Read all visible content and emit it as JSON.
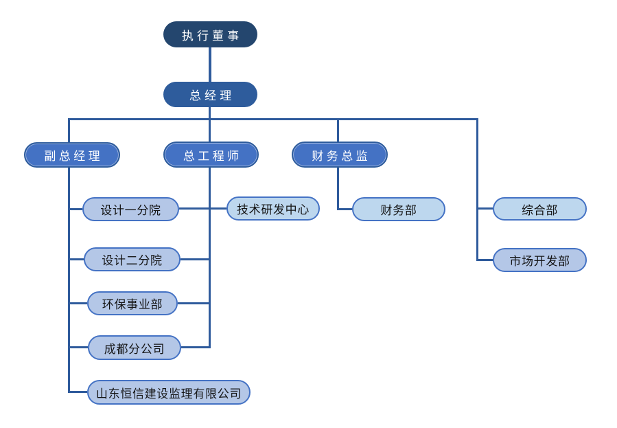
{
  "diagram": {
    "type": "org-chart",
    "background": "#FFFFFF",
    "palette": {
      "level1_fill": "#24466E",
      "level2_fill": "#2E5C9C",
      "level3_fill": "#4472C4",
      "level3_border": "#2E5C9C",
      "leaf_lavender_fill": "#B4C7E7",
      "leaf_skyblue_fill": "#BDD7EE",
      "leaf_border": "#4472C4",
      "connector": "#2F5B9C",
      "text_light": "#FFFFFF",
      "text_dark": "#141414"
    },
    "nodes": {
      "executive_director": {
        "label": "执行董事",
        "level": 1,
        "parent": null
      },
      "general_manager": {
        "label": "总经理",
        "level": 2,
        "parent": "executive_director"
      },
      "deputy_general_manager": {
        "label": "副总经理",
        "level": 3,
        "parent": "general_manager"
      },
      "chief_engineer": {
        "label": "总工程师",
        "level": 3,
        "parent": "general_manager"
      },
      "finance_director": {
        "label": "财务总监",
        "level": 3,
        "parent": "general_manager"
      },
      "design_branch_1": {
        "label": "设计一分院",
        "level": 4,
        "parent": "deputy_general_manager"
      },
      "design_branch_2": {
        "label": "设计二分院",
        "level": 4,
        "parent": "deputy_general_manager"
      },
      "environmental_division": {
        "label": "环保事业部",
        "level": 4,
        "parent": "deputy_general_manager"
      },
      "chengdu_branch": {
        "label": "成都分公司",
        "level": 4,
        "parent": "deputy_general_manager"
      },
      "shandong_hengxin": {
        "label": "山东恒信建设监理有限公司",
        "level": 4,
        "parent": "deputy_general_manager"
      },
      "tech_rd_center": {
        "label": "技术研发中心",
        "level": 4,
        "parent": "chief_engineer"
      },
      "finance_dept": {
        "label": "财务部",
        "level": 4,
        "parent": "finance_director"
      },
      "general_dept": {
        "label": "综合部",
        "level": 4,
        "parent": "general_manager"
      },
      "market_dev_dept": {
        "label": "市场开发部",
        "level": 4,
        "parent": "general_manager"
      }
    }
  }
}
